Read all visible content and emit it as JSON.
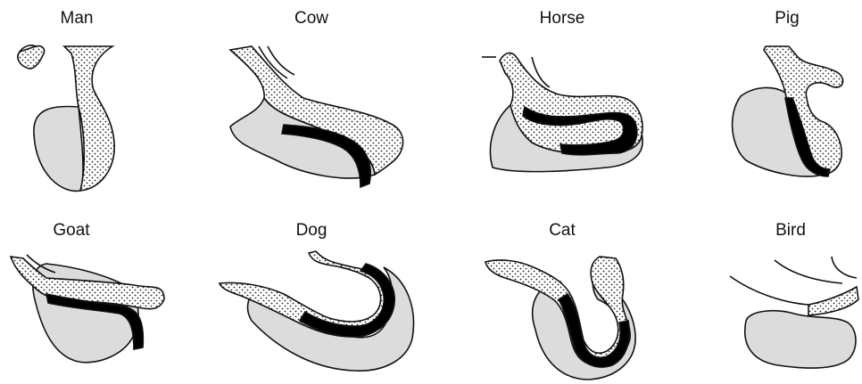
{
  "panels": [
    {
      "label": "Man"
    },
    {
      "label": "Cow"
    },
    {
      "label": "Horse"
    },
    {
      "label": "Pig"
    },
    {
      "label": "Goat"
    },
    {
      "label": "Dog"
    },
    {
      "label": "Cat"
    },
    {
      "label": "Bird"
    }
  ],
  "colors": {
    "grey_tissue": "#dcdcdc",
    "stipple_dot": "#222222",
    "black_band": "#000000",
    "outline": "#111111"
  }
}
